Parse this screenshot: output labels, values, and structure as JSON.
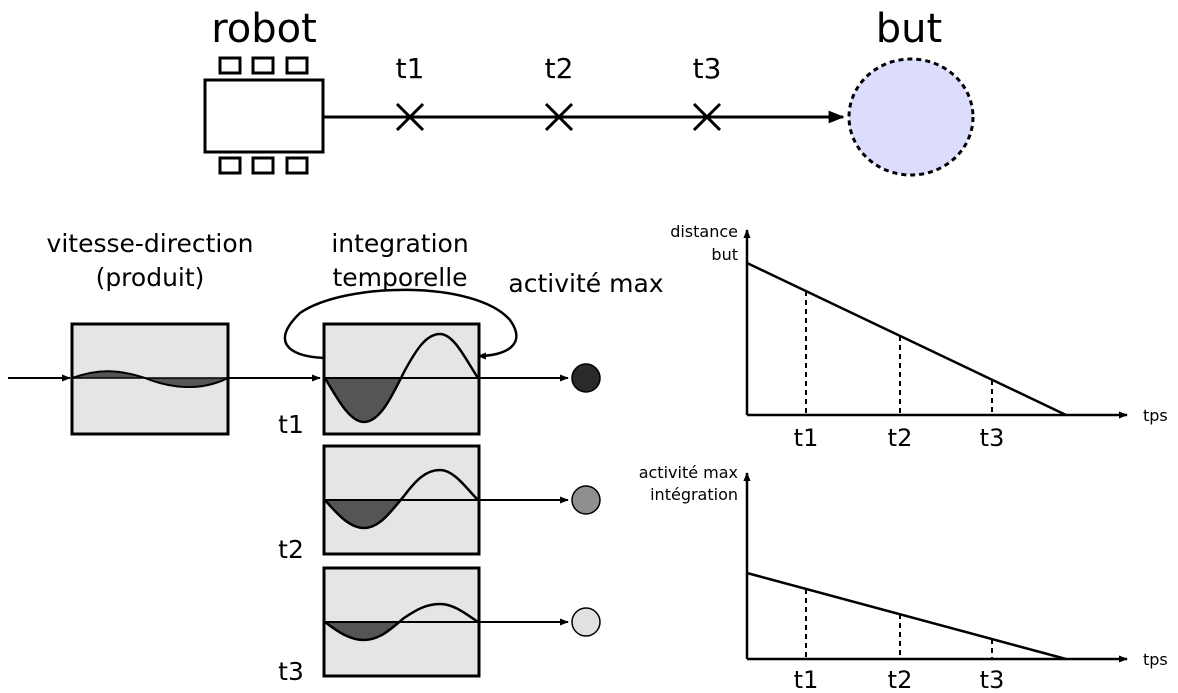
{
  "top": {
    "robot_label": "robot",
    "goal_label": "but",
    "steps": [
      "t1",
      "t2",
      "t3"
    ],
    "goal_color": "#dcdcfc"
  },
  "middle": {
    "product_label_1": "vitesse-direction",
    "product_label_2": "(produit)",
    "integration_label_1": "integration",
    "integration_label_2": "temporelle",
    "activity_label": "activité max",
    "steps": [
      "t1",
      "t2",
      "t3"
    ],
    "box_fill": "#e5e5e5",
    "negative_fill": "#555555",
    "activity_colors": [
      "#2a2a2a",
      "#8f8f8f",
      "#e1e1e1"
    ]
  },
  "chart_data": [
    {
      "type": "line",
      "ylabel_1": "distance",
      "ylabel_2": "but",
      "xlabel": "tps",
      "x_ticks": [
        "t1",
        "t2",
        "t3"
      ]
    },
    {
      "type": "line",
      "ylabel_1": "activité max",
      "ylabel_2": "intégration",
      "xlabel": "tps",
      "x_ticks": [
        "t1",
        "t2",
        "t3"
      ]
    }
  ]
}
